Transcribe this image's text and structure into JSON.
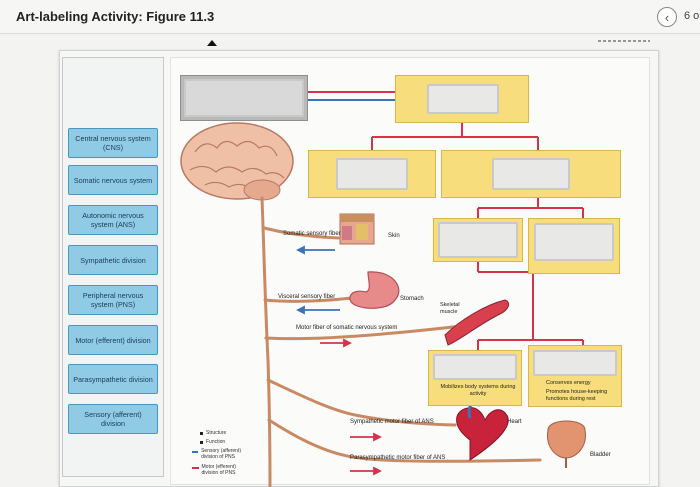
{
  "header": {
    "title": "Art-labeling Activity: Figure 11.3",
    "page_count": "6 o"
  },
  "label_bank": [
    "Central nervous system (CNS)",
    "Somatic nervous system",
    "Autonomic nervous system (ANS)",
    "Sympathetic division",
    "Peripheral nervous system (PNS)",
    "Motor (efferent) division",
    "Parasympathetic division",
    "Sensory (afferent) division"
  ],
  "figure": {
    "somatic_sensory_fiber": "Somatic sensory fiber",
    "skin": "Skin",
    "visceral_sensory_fiber": "Visceral sensory fiber",
    "stomach": "Stomach",
    "skeletal_muscle": "Skeletal muscle",
    "motor_fiber_somatic": "Motor fiber of somatic nervous system",
    "mobilizes": "Mobilizes body systems during activity",
    "conserves_energy": "Conserves energy",
    "promotes": "Promotes house-keeping functions during rest",
    "heart": "Heart",
    "bladder": "Bladder",
    "sympathetic_motor_fiber": "Sympathetic motor fiber of ANS",
    "parasympathetic_motor_fiber": "Parasympathetic motor fiber of ANS"
  },
  "key": {
    "structure": "Structure",
    "function": "Function",
    "sensory": "Sensory (afferent) division of PNS",
    "motor": "Motor (efferent) division of PNS"
  },
  "colors": {
    "tile": "#8fcbe5",
    "yellow": "#f7dd7c",
    "sensory_line": "#3a73b8",
    "motor_line": "#d8324a",
    "nerve": "#c98a63"
  }
}
